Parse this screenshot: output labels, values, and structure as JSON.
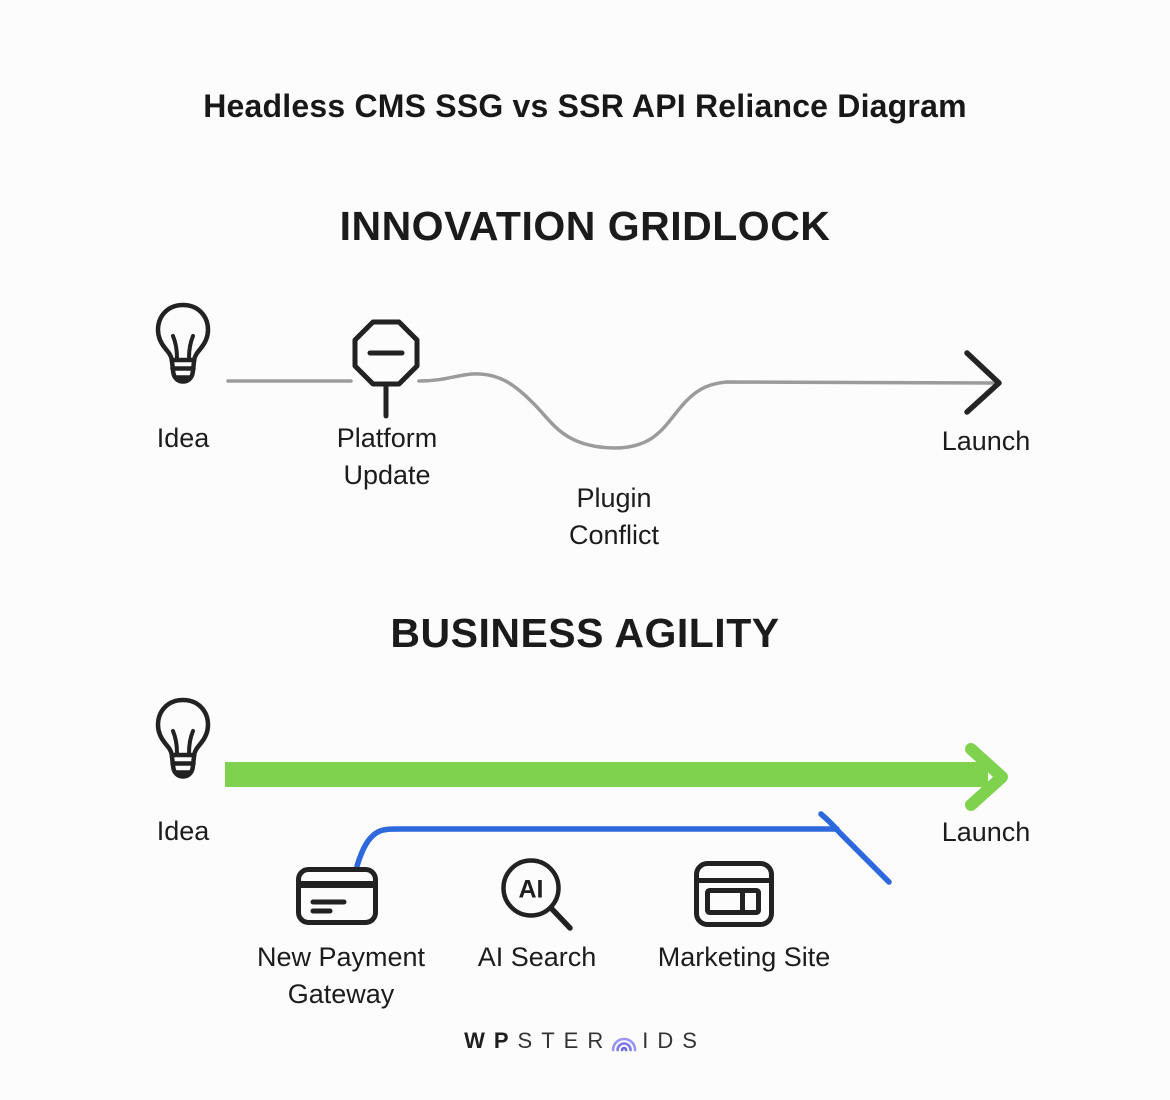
{
  "title": "Headless CMS SSG vs SSR API Reliance Diagram",
  "gridlock": {
    "heading": "INNOVATION GRIDLOCK",
    "idea_label": "Idea",
    "platform_update_line1": "Platform",
    "platform_update_line2": "Update",
    "plugin_conflict_line1": "Plugin",
    "plugin_conflict_line2": "Conflict",
    "launch_label": "Launch"
  },
  "agility": {
    "heading": "BUSINESS AGILITY",
    "idea_label": "Idea",
    "launch_label": "Launch",
    "payment_label_line1": "New Payment",
    "payment_label_line2": "Gateway",
    "ai_search_label": "AI Search",
    "ai_search_icon_text": "AI",
    "marketing_label": "Marketing Site"
  },
  "footer": {
    "brand_wp": "WP",
    "brand_ster": "STER",
    "brand_ids": "IDS"
  },
  "icons": {
    "idea": "lightbulb",
    "platform_update": "stop-sign",
    "payment": "credit-card",
    "ai_search": "magnifier-with-ai",
    "marketing": "browser-window",
    "brand": "signal-arcs"
  },
  "colors": {
    "background": "#fcfcfc",
    "icon": "#222222",
    "gridlock_path": "#9b9b9b",
    "gridlock_arrowhead": "#242424",
    "agility_timeline": "#7ed24e",
    "agility_detour": "#2e68dd",
    "brand_arcs": [
      "#9a96ed",
      "#7f7be2",
      "#6d69d8"
    ]
  }
}
